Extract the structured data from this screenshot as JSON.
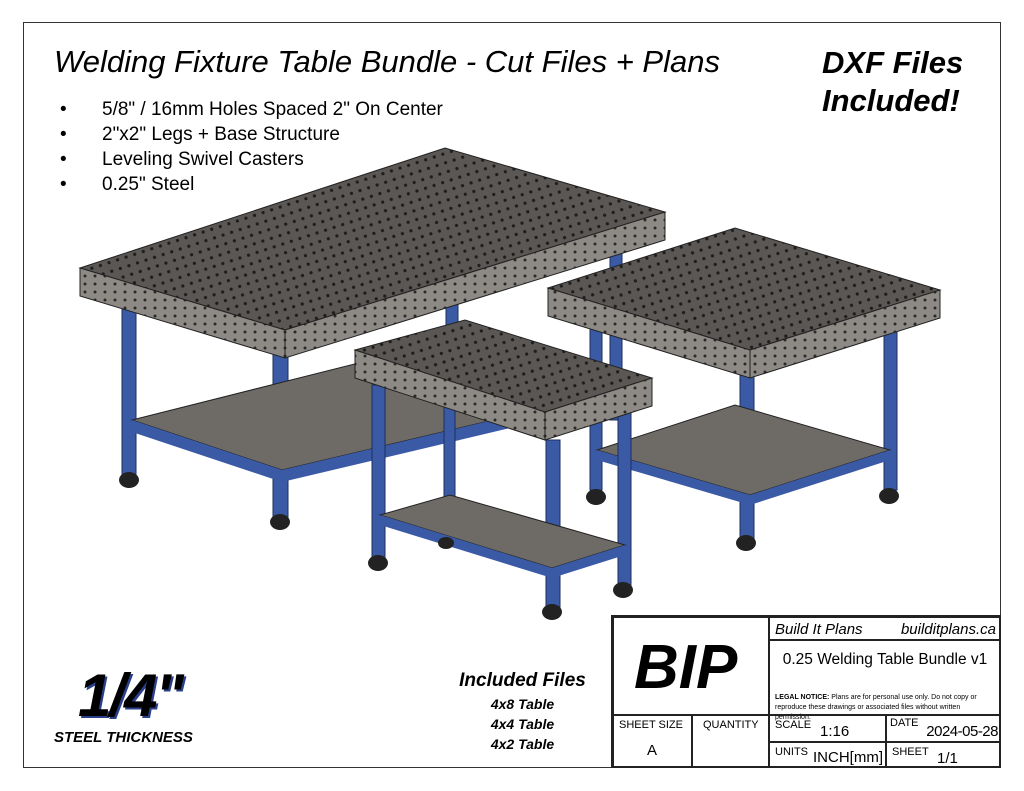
{
  "header": {
    "title": "Welding Fixture Table Bundle - Cut Files + Plans",
    "dxf_badge_line1": "DXF Files",
    "dxf_badge_line2": "Included!"
  },
  "features": [
    "5/8\" / 16mm Holes Spaced 2\" On Center",
    "2\"x2\" Legs + Base Structure",
    "Leveling Swivel Casters",
    "0.25\" Steel"
  ],
  "thickness": {
    "value": "1/4\"",
    "label": "STEEL THICKNESS"
  },
  "included_files": {
    "heading": "Included Files",
    "items": [
      "4x8 Table",
      "4x4 Table",
      "4x2 Table"
    ]
  },
  "title_block": {
    "logo": "BIP",
    "company": "Build It Plans",
    "website": "builditplans.ca",
    "drawing_title": "0.25 Welding Table Bundle v1",
    "legal_label": "LEGAL NOTICE:",
    "legal_text": " Plans are for personal use only. Do not copy or reproduce these drawings or associated files without written permission.",
    "sheet_size_label": "SHEET SIZE",
    "sheet_size": "A",
    "quantity_label": "QUANTITY",
    "scale_label": "SCALE",
    "scale": "1:16",
    "date_label": "DATE",
    "date": "2024-05-28",
    "units_label": "UNITS",
    "units": "INCH[mm]",
    "sheet_label": "SHEET",
    "sheet": "1/1"
  },
  "colors": {
    "steel": "#55524f",
    "steel_side": "#8a8782",
    "leg": "#3b5aa6",
    "shelf": "#6e6b67"
  }
}
